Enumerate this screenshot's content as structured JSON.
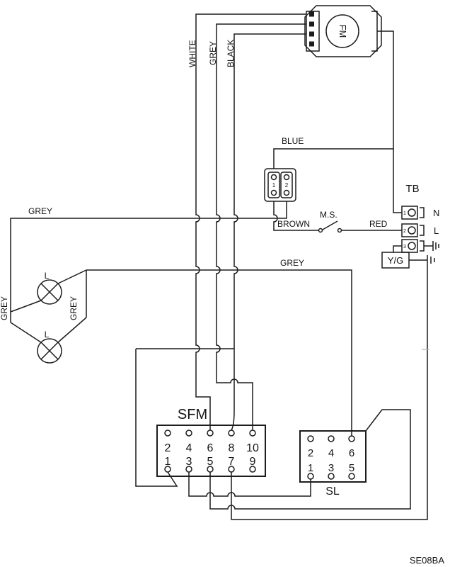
{
  "labels": {
    "white": "WHITE",
    "grey_top": "GREY",
    "black": "BLACK",
    "blue": "BLUE",
    "grey_left": "GREY",
    "grey_mid": "GREY",
    "grey_lamp_left": "GREY",
    "grey_lamp_right": "GREY",
    "brown": "BROWN",
    "red": "RED",
    "ms": "M.S.",
    "yg": "Y/G",
    "fm": "FM",
    "lamp1": "L",
    "lamp2": "L",
    "tb_title": "TB",
    "n": "N",
    "l": "L",
    "sfm_title": "SFM",
    "sl_title": "SL",
    "code": "SE08BA"
  },
  "plug": {
    "pins": [
      "1",
      "2"
    ]
  },
  "tb": {
    "pins": [
      "1",
      "2",
      "3"
    ]
  },
  "sfm": {
    "top": [
      "2",
      "4",
      "6",
      "8",
      "10"
    ],
    "bottom": [
      "1",
      "3",
      "5",
      "7",
      "9"
    ]
  },
  "sl": {
    "top": [
      "2",
      "4",
      "6"
    ],
    "bottom": [
      "1",
      "3",
      "5"
    ]
  }
}
